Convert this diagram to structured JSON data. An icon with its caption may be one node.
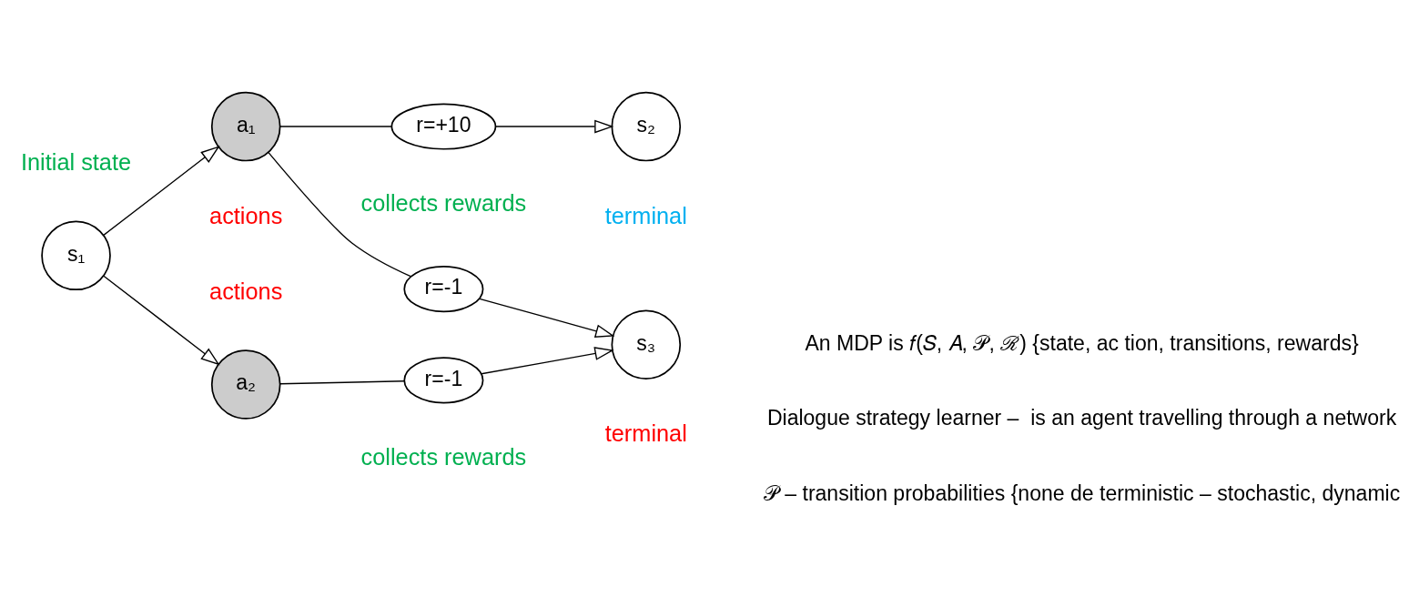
{
  "diagram": {
    "nodes": [
      {
        "text": [
          "s₁"
        ],
        "beside": [
          "Initial state"
        ]
      },
      {
        "text": [
          "a₁"
        ],
        "beside": [
          "actions"
        ]
      },
      {
        "text": [
          "r=+10"
        ],
        "beside": [
          "collects rewards"
        ]
      },
      {
        "text": [
          "s₂"
        ],
        "beside": [
          "terminal"
        ]
      },
      {
        "text": [
          "r=-1"
        ]
      },
      {
        "text": [
          "a₂"
        ],
        "beside": [
          "actions"
        ]
      },
      {
        "text": [
          "r=-1"
        ],
        "beside": [
          "collects rewards"
        ]
      },
      {
        "text": [
          "s₃"
        ],
        "beside": [
          "terminal"
        ]
      }
    ],
    "edges": [
      {
        "from": 0,
        "to": 1,
        "arrow": "to"
      },
      {
        "from": 1,
        "to": 2,
        "arrow": "none"
      },
      {
        "from": 2,
        "to": 3,
        "arrow": "to"
      },
      {
        "from": 0,
        "to": 5,
        "arrow": "to"
      },
      {
        "from": 1,
        "to": 4,
        "arrow": "none"
      },
      {
        "from": 4,
        "to": 7,
        "arrow": "to"
      },
      {
        "from": 5,
        "to": 6,
        "arrow": "none"
      },
      {
        "from": 6,
        "to": 7,
        "arrow": "to"
      }
    ],
    "labels": [
      "An MDP is 𝑓(𝑆, 𝐴, 𝒫, ℛ) {state, ac tion, transitions, rewards}",
      "Dialogue strategy learner –  is an agent travelling through a network",
      "𝒫 – transition probabilities {none de terministic – stochastic, dynamic"
    ]
  }
}
